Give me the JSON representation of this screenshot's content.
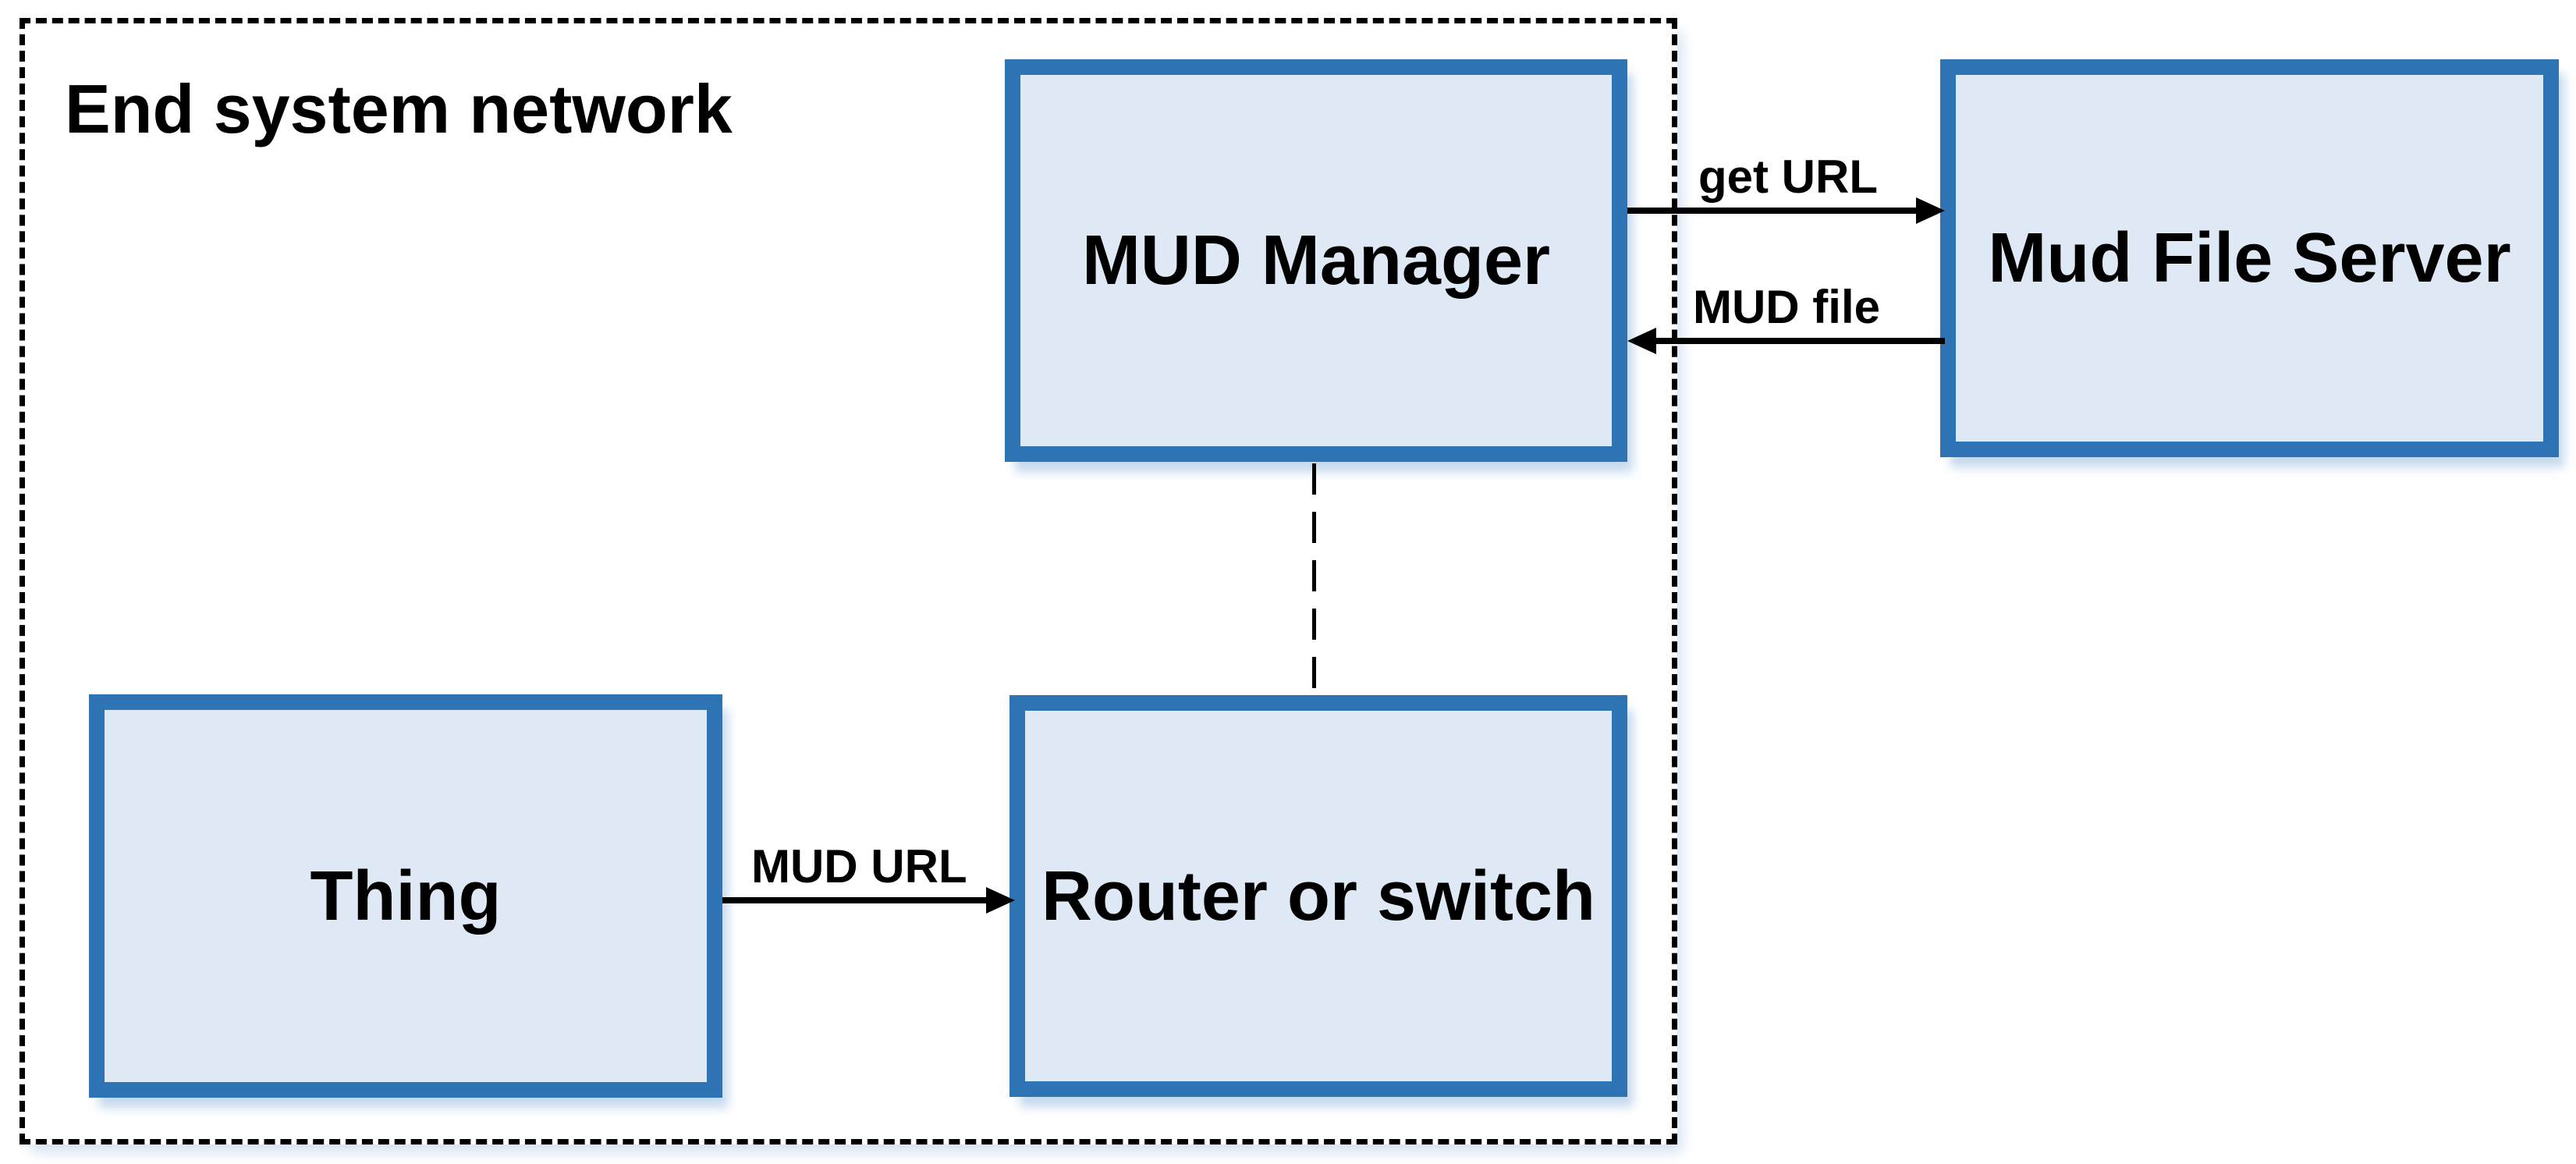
{
  "diagram": {
    "boundary": {
      "label": "End system network",
      "style": "dashed"
    },
    "nodes": [
      {
        "id": "mud-manager",
        "label": "MUD Manager"
      },
      {
        "id": "mud-file-server",
        "label": "Mud File Server"
      },
      {
        "id": "thing",
        "label": "Thing"
      },
      {
        "id": "router-or-switch",
        "label": "Router or switch"
      }
    ],
    "edges": [
      {
        "id": "get-url",
        "label": "get URL",
        "from": "mud-manager",
        "to": "mud-file-server",
        "direction": "right",
        "style": "solid"
      },
      {
        "id": "mud-file",
        "label": "MUD file",
        "from": "mud-file-server",
        "to": "mud-manager",
        "direction": "left",
        "style": "solid"
      },
      {
        "id": "mud-url",
        "label": "MUD URL",
        "from": "thing",
        "to": "router-or-switch",
        "direction": "right",
        "style": "solid"
      },
      {
        "id": "manager-router-link",
        "from": "mud-manager",
        "to": "router-or-switch",
        "direction": "none",
        "style": "dashed"
      }
    ],
    "colors": {
      "node_border": "#2e74b5",
      "node_fill": "#dfe9f5",
      "line": "#000000",
      "background": "#ffffff",
      "shadow": "#96b9e0"
    }
  }
}
